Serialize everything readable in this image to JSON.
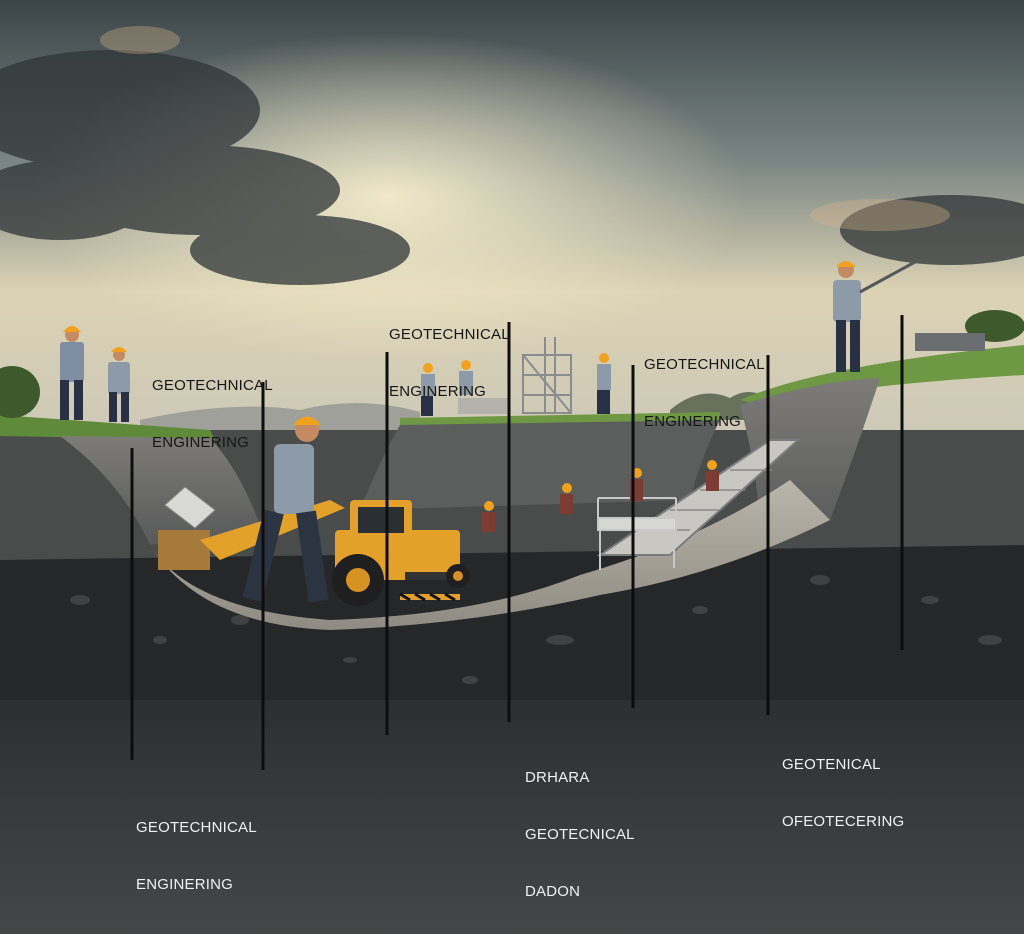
{
  "labels": {
    "left_top": [
      "GEOTECHNICAL",
      "ENGINERING"
    ],
    "center_top": [
      "GEOTECHNICAL",
      "ENGINERING"
    ],
    "right_top": [
      "GEOTECHNICAL",
      "ENGINERING"
    ],
    "left_bottom": [
      "GEOTECHNICAL",
      "ENGINERING"
    ],
    "center_bottom": [
      "DRHARA",
      "GEOTECNICAL",
      "DADON"
    ],
    "right_bottom": [
      "GEOTENICAL",
      "OFEOTECERING"
    ]
  },
  "colors": {
    "sky_top": "#3f4a4e",
    "sky_glow": "#e9dcb8",
    "grass": "#5f8a3a",
    "soil_dark": "#2a2b2c",
    "trench_surface": "#a8a49a",
    "machine_yellow": "#e3a12a",
    "hardhat": "#f0a21e",
    "label_text_dark": "#161616",
    "label_text_light": "#f1f1f1"
  },
  "icons": [
    "worker-figure",
    "backhoe-loader",
    "scaffold-tower",
    "conveyor-ramp",
    "measuring-table"
  ]
}
